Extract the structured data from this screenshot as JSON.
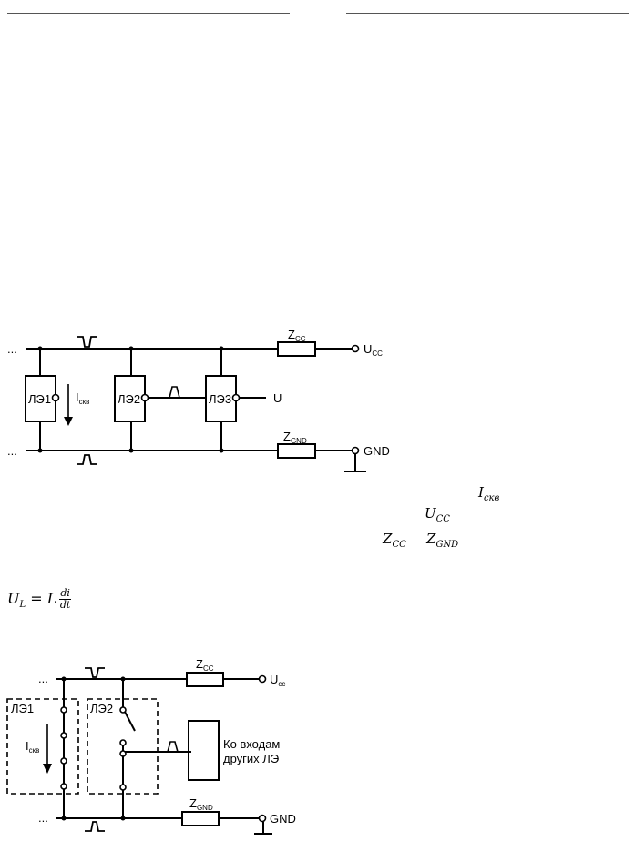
{
  "fig1": {
    "le1": "ЛЭ1",
    "le2": "ЛЭ2",
    "le3": "ЛЭ3",
    "i_main": "I",
    "i_sub": "скв",
    "z_cc_main": "Z",
    "z_cc_sub": "CC",
    "z_gnd_main": "Z",
    "z_gnd_sub": "GND",
    "ucc_main": "U",
    "ucc_sub": "CC",
    "u": "U",
    "gnd": "GND",
    "dots": "..."
  },
  "inline_math": {
    "i_main": "I",
    "i_sub": "скв",
    "ucc_main": "U",
    "ucc_sub": "CC",
    "zcc_main": "Z",
    "zcc_sub": "CC",
    "zgnd_main": "Z",
    "zgnd_sub": "GND"
  },
  "formula": {
    "lhs_main": "U",
    "lhs_sub": "L",
    "eq": " = L",
    "num": "di",
    "den": "dt"
  },
  "fig2": {
    "le1": "ЛЭ1",
    "le2": "ЛЭ2",
    "i_main": "I",
    "i_sub": "скв",
    "z_cc_main": "Z",
    "z_cc_sub": "CC",
    "z_gnd_main": "Z",
    "z_gnd_sub": "GND",
    "ucc_main": "U",
    "ucc_sub": "cc",
    "gnd": "GND",
    "inputs_line1": "Ко входам",
    "inputs_line2": "других ЛЭ",
    "dots": "..."
  }
}
